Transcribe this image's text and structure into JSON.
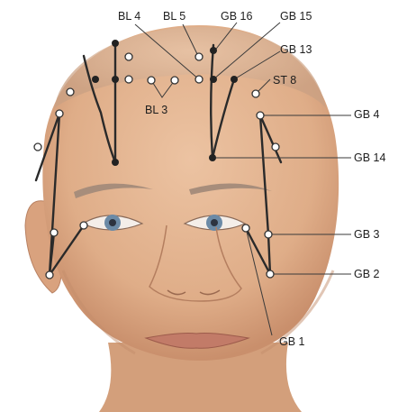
{
  "labels": {
    "bl4": "BL 4",
    "bl5": "BL 5",
    "gb16": "GB 16",
    "gb15": "GB 15",
    "gb13": "GB 13",
    "st8": "ST 8",
    "bl3": "BL 3",
    "gb4": "GB 4",
    "gb14": "GB 14",
    "gb3": "GB 3",
    "gb2": "GB 2",
    "gb1": "GB 1"
  },
  "colors": {
    "background": "#ffffff",
    "skin": "#e3b491",
    "skin_shadow": "#c98f6c",
    "channel_line": "#2a2a2a",
    "leader_line": "#3a3a3a",
    "point_fill": "#ffffff",
    "point_dark": "#222222"
  },
  "icons": {
    "open_point": "open-circle-marker",
    "closed_point": "filled-dot-marker"
  }
}
